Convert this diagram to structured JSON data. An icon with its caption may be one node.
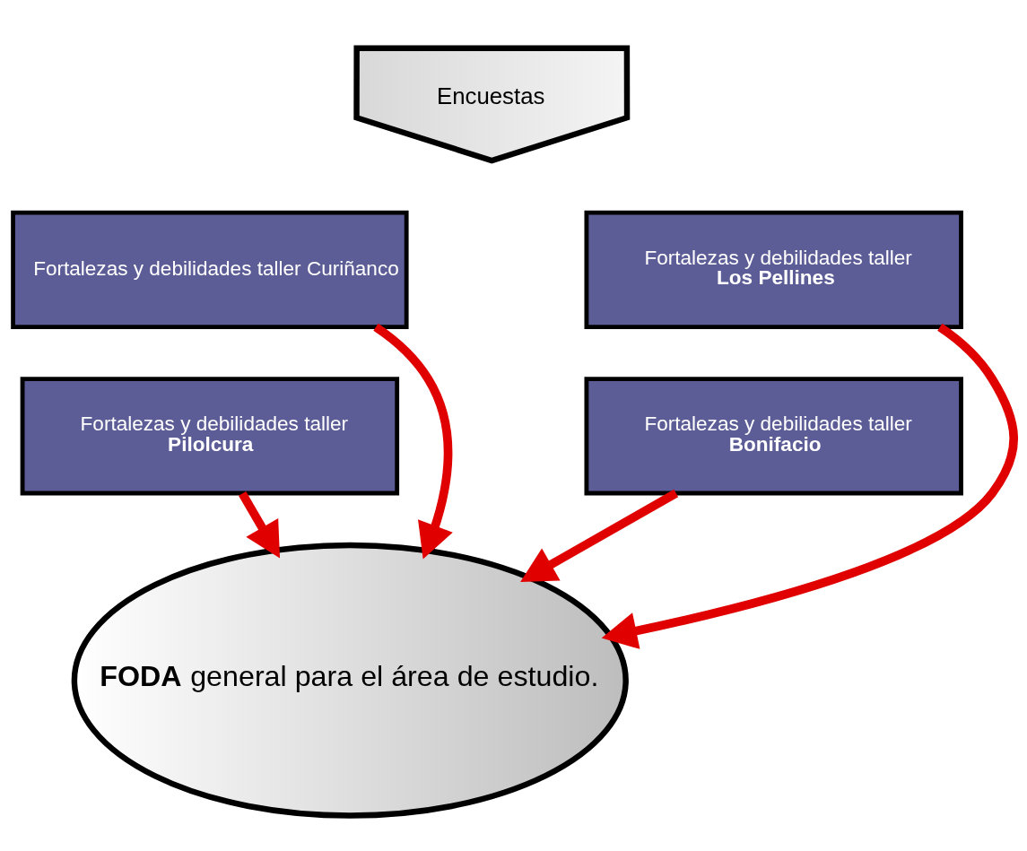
{
  "diagram": {
    "nodes": [
      {
        "text": [
          "Encuestas"
        ]
      },
      {
        "text": [
          "Fortalezas y debilidades taller Curiñanco"
        ]
      },
      {
        "text": [
          "Fortalezas y debilidades taller **Los Pellines**"
        ]
      },
      {
        "text": [
          "Fortalezas y debilidades taller **Pilolcura**"
        ]
      },
      {
        "text": [
          "Fortalezas y debilidades taller **Bonifacio**"
        ]
      },
      {
        "text": [
          "**FODA** general para el área de estudio."
        ]
      }
    ],
    "edges": [
      {
        "from": 1,
        "to": 5,
        "arrow": "to"
      },
      {
        "from": 3,
        "to": 5,
        "arrow": "to"
      },
      {
        "from": 2,
        "to": 5,
        "arrow": "to"
      },
      {
        "from": 4,
        "to": 5,
        "arrow": "to"
      }
    ]
  }
}
